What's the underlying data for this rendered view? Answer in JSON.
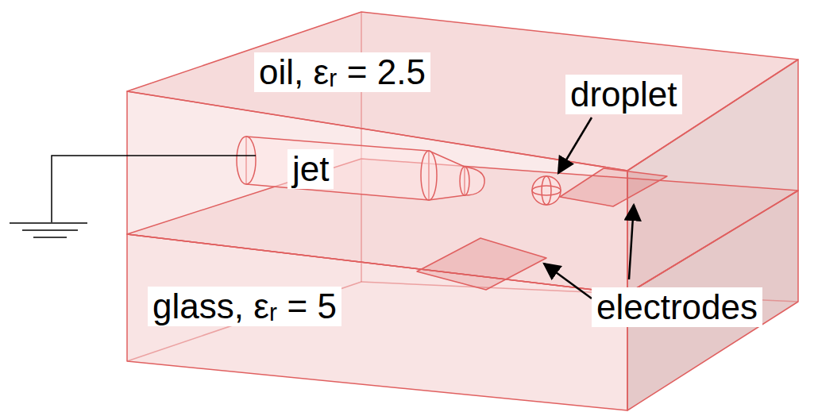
{
  "diagram": {
    "labels": [
      "oil, εᵣ = 2.5",
      "jet",
      "droplet",
      "glass, εᵣ = 5",
      "electrodes"
    ]
  }
}
